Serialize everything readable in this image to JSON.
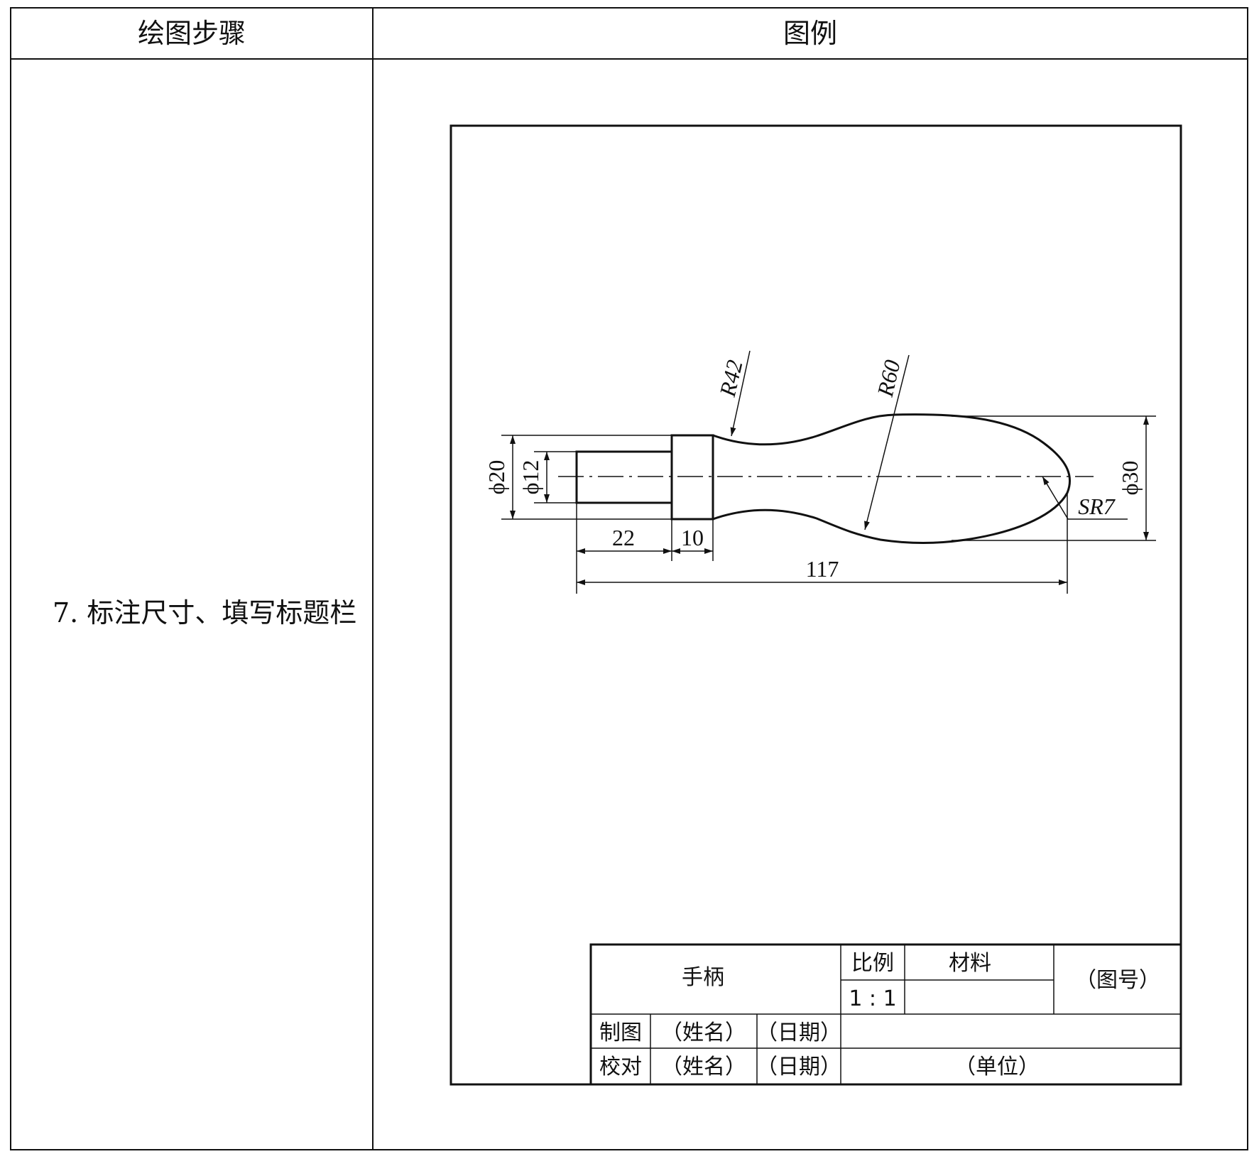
{
  "table": {
    "header_left": "绘图步骤",
    "header_right": "图例",
    "step_text": "7. 标注尺寸、填写标题栏"
  },
  "drawing": {
    "dims": {
      "phi20": "ϕ20",
      "phi12": "ϕ12",
      "d22": "22",
      "d10": "10",
      "d117": "117",
      "r42": "R42",
      "r60": "R60",
      "phi30": "ϕ30",
      "sr7": "SR7"
    }
  },
  "title_block": {
    "part_name": "手柄",
    "scale_label": "比例",
    "material_label": "材料",
    "drawing_no": "（图号）",
    "scale_value": "1 : 1",
    "drawn_label": "制图",
    "checked_label": "校对",
    "name_placeholder": "（姓名）",
    "date_placeholder": "（日期）",
    "name_placeholder_2": "（姓名）",
    "date_placeholder_2": "（日期）",
    "unit": "（单位）"
  }
}
